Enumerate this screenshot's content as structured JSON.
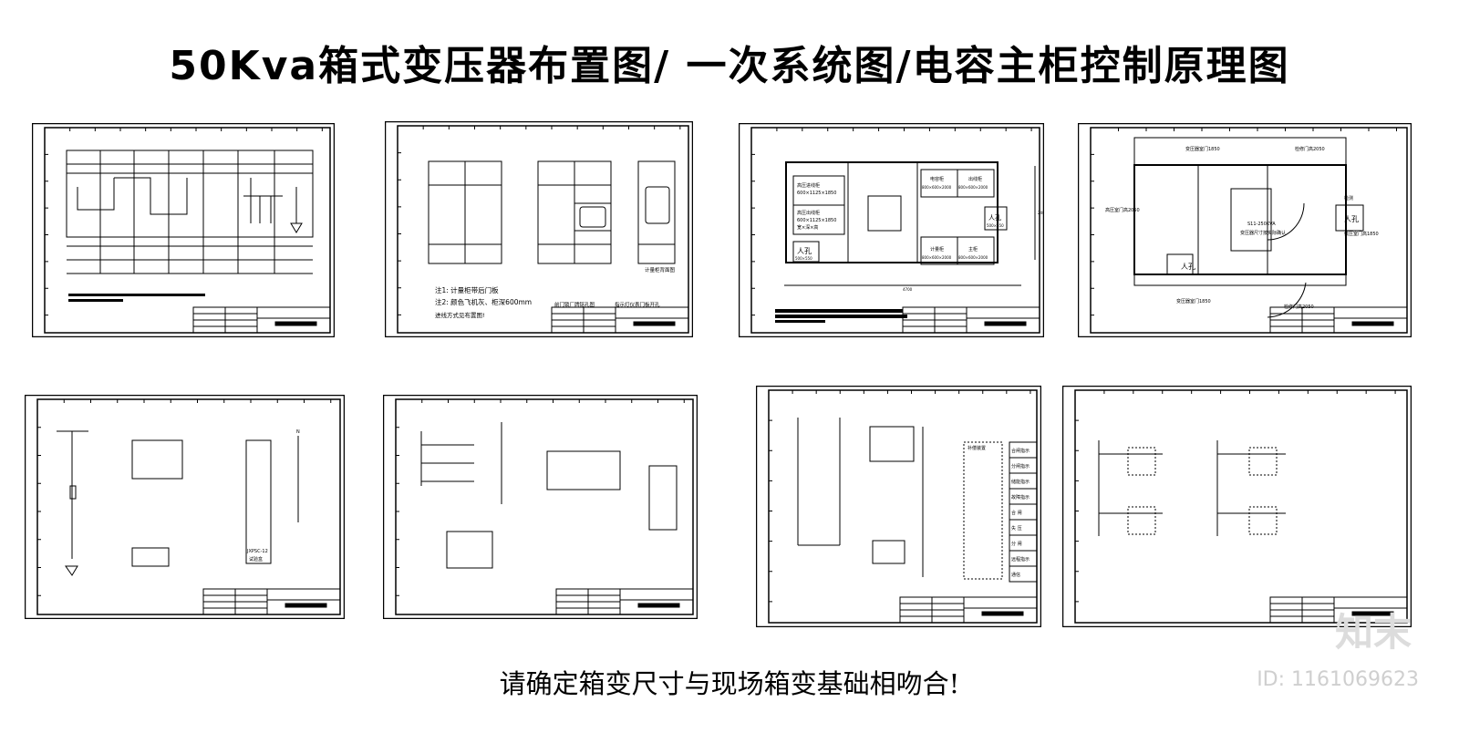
{
  "title": "50Kva箱式变压器布置图/ 一次系统图/电容主柜控制原理图",
  "caption": "请确定箱变尺寸与现场箱变基础相吻合!",
  "watermark": {
    "logo": "知末",
    "id": "ID: 1161069623"
  },
  "sheets": [
    {
      "name": "primary-system-diagram"
    },
    {
      "name": "cabinet-elevation",
      "note1": "注1:  计量柜带后门板",
      "note2": "注2:  颜色飞机灰、柜深600mm",
      "note3": "进线方式见布置图!",
      "label_meter_back": "计量柜背面图",
      "label_front_door": "前门锁厂牌铭孔图",
      "label_indicator": "指示灯仪表门板开孔"
    },
    {
      "name": "layout-plan",
      "hv_in": "高压进线柜",
      "hv_in_size": "600×1125×1850",
      "hv_out": "高压出线柜",
      "hv_out_size": "600×1125×1850",
      "hv_out_note": "宽×深×高",
      "cap": "电容柜",
      "cap_size": "800×600×2000",
      "out": "出线柜",
      "out_size": "800×600×2000",
      "meter": "计量柜",
      "meter_size": "800×600×2000",
      "main": "主柜",
      "main_size": "800×600×2000",
      "manhole": "人孔",
      "manhole_size": "500×550",
      "dim_w": "4700",
      "dim_h": "2400"
    },
    {
      "name": "foundation-plan",
      "top1": "变压器室门1850",
      "top2": "检修门高2050",
      "left": "高压室门高2050",
      "transformer": "S11-250KVA",
      "transformer_note": "变压器尺寸按实际确认",
      "right": "低压室门高1850",
      "bottom1": "变压器室门1850",
      "bottom2": "检修门高2050",
      "manhole": "人孔",
      "small": "检测"
    },
    {
      "name": "secondary-wiring",
      "terminal": "JXPSC-12",
      "terminal_note": "试验盒",
      "bus": "N"
    },
    {
      "name": "control-circuit"
    },
    {
      "name": "capacitor-control",
      "box": "补偿装置",
      "indicators": [
        "合闸指示",
        "分闸指示",
        "储能指示",
        "故障指示",
        "合 闸",
        "失 压",
        "分 闸",
        "远程指示",
        "通信"
      ]
    },
    {
      "name": "control-schematic"
    }
  ]
}
